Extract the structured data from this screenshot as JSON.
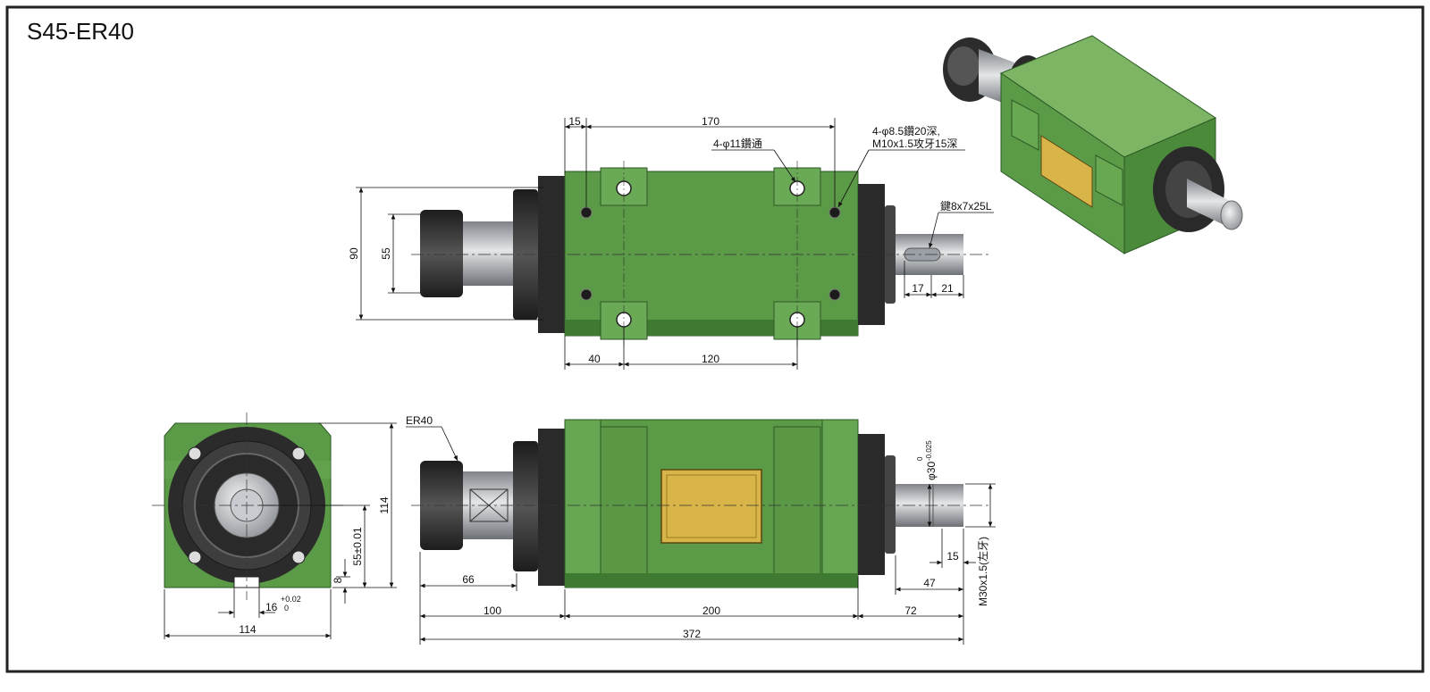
{
  "title": "S45-ER40",
  "callouts": {
    "thru_holes": "4-φ11鑽通",
    "tapped_line1": "4-φ8.5鑽20深,",
    "tapped_line2": "M10x1.5攻牙15深",
    "key": "鍵8x7x25L",
    "collet": "ER40",
    "thread": "M30x1.5(左牙)",
    "shaft_dia": "φ30",
    "shaft_tol_upper": "0",
    "shaft_tol_lower": "-0.025",
    "slot_width": "16",
    "slot_tol_upper": "+0.02",
    "slot_tol_lower": "0"
  },
  "dims": {
    "d15_top": "15",
    "d170": "170",
    "d90": "90",
    "d55": "55",
    "d17": "17",
    "d21": "21",
    "d40": "40",
    "d120": "120",
    "d114_v": "114",
    "d55_tol": "55±0.01",
    "d8": "8",
    "d114_h": "114",
    "d66": "66",
    "d100": "100",
    "d200": "200",
    "d72": "72",
    "d372": "372",
    "d15_shaft": "15",
    "d47": "47"
  },
  "colors": {
    "body": "#5b9a47",
    "body_dark": "#3f7a32",
    "body_light": "#7db565",
    "dark_metal": "#2e2e2e",
    "steel": "#b9bcc0",
    "plate": "#d9b449",
    "border": "#222222"
  }
}
